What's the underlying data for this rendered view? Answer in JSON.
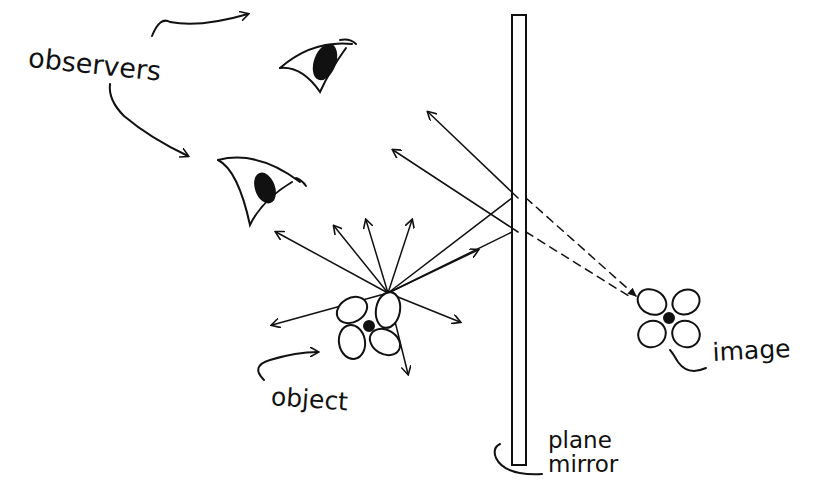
{
  "diagram": {
    "labels": [
      "observers",
      "object",
      "image",
      "plane mirror"
    ]
  }
}
